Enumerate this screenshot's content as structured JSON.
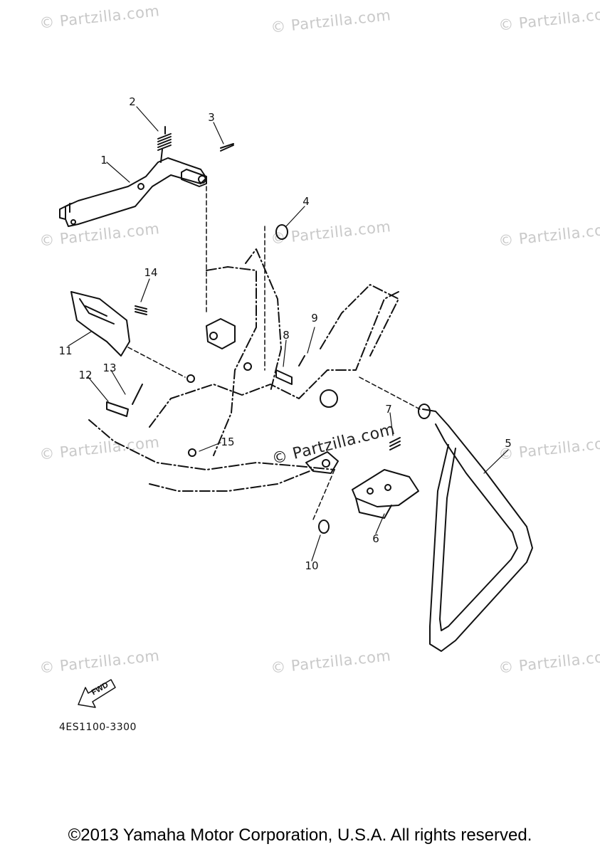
{
  "watermark": {
    "text": "© Partzilla.com",
    "overlay_text": "© Partzilla.com"
  },
  "callouts": [
    {
      "id": "c1",
      "label": "1"
    },
    {
      "id": "c2",
      "label": "2"
    },
    {
      "id": "c3",
      "label": "3"
    },
    {
      "id": "c4",
      "label": "4"
    },
    {
      "id": "c5",
      "label": "5"
    },
    {
      "id": "c6",
      "label": "6"
    },
    {
      "id": "c7",
      "label": "7"
    },
    {
      "id": "c8",
      "label": "8"
    },
    {
      "id": "c9",
      "label": "9"
    },
    {
      "id": "c10",
      "label": "10"
    },
    {
      "id": "c11",
      "label": "11"
    },
    {
      "id": "c12",
      "label": "12"
    },
    {
      "id": "c13",
      "label": "13"
    },
    {
      "id": "c14",
      "label": "14"
    },
    {
      "id": "c15",
      "label": "15"
    }
  ],
  "fwd_label": "FWD",
  "part_code": "4ES1100-3300",
  "copyright": "©2013 Yamaha Motor Corporation, U.S.A. All rights reserved."
}
